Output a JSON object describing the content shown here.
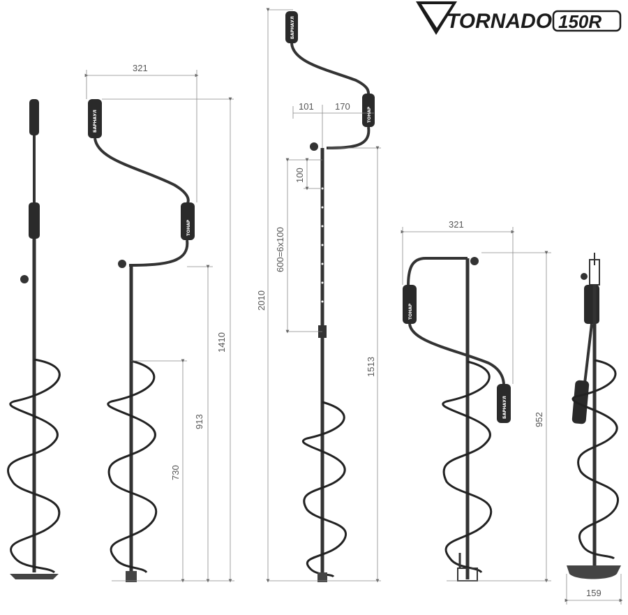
{
  "logo": {
    "brand": "TORNADO",
    "model": "150R"
  },
  "dimensions": {
    "view2_width": "321",
    "view2_height_total": "1410",
    "view2_height_handle": "913",
    "view2_auger_length": "730",
    "view3_offset_left": "101",
    "view3_offset_right": "170",
    "view3_total_height": "2010",
    "view3_step": "100",
    "view3_range": "600=6x100",
    "view3_height_handle": "1513",
    "view4_width": "321",
    "view4_height": "952",
    "view5_diameter": "159"
  },
  "grip_labels": {
    "brand_a": "БАРНАУЛ",
    "brand_b": "ТОНАР"
  }
}
